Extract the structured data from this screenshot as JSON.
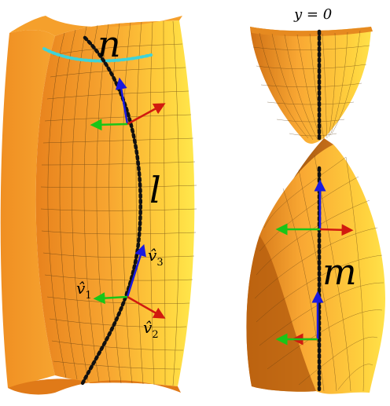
{
  "labels": {
    "n": "n",
    "l": "l",
    "m": "m",
    "v1": "v̂",
    "v1_sub": "1",
    "v2": "v̂",
    "v2_sub": "2",
    "v3": "v̂",
    "v3_sub": "3",
    "y_eq": "y = 0"
  },
  "colors": {
    "surface_light": "#ffe14a",
    "surface_mid": "#f7a530",
    "surface_dark": "#c86410",
    "mesh": "#5a3a10",
    "curve": "#111111",
    "cyan_curve": "#3fd3d8",
    "arrow_blue": "#1a1adf",
    "arrow_red": "#d11a0f",
    "arrow_green": "#18c618"
  }
}
